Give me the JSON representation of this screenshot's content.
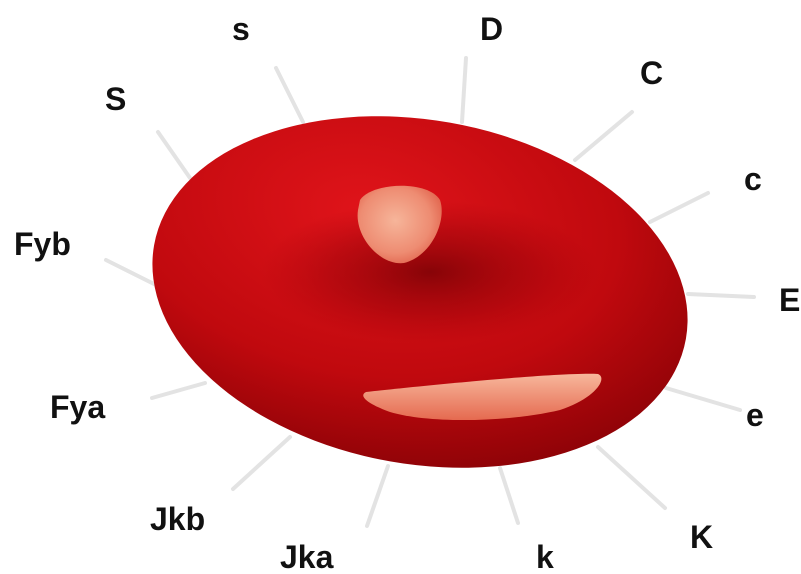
{
  "diagram": {
    "antigens": [
      {
        "id": "D",
        "label": "D"
      },
      {
        "id": "C",
        "label": "C"
      },
      {
        "id": "c",
        "label": "c"
      },
      {
        "id": "E",
        "label": "E"
      },
      {
        "id": "e",
        "label": "e"
      },
      {
        "id": "K",
        "label": "K"
      },
      {
        "id": "k",
        "label": "k"
      },
      {
        "id": "Jka",
        "label": "Jka"
      },
      {
        "id": "Jkb",
        "label": "Jkb"
      },
      {
        "id": "Fya",
        "label": "Fya"
      },
      {
        "id": "Fyb",
        "label": "Fyb"
      },
      {
        "id": "S",
        "label": "S"
      },
      {
        "id": "s",
        "label": "s"
      }
    ],
    "colors": {
      "cell_light": "#e0141a",
      "cell_mid": "#c0090e",
      "cell_dark": "#7a0004",
      "highlight": "#f6b59a",
      "antigen_stalk": "#e3e3e3",
      "label": "#111111"
    }
  }
}
